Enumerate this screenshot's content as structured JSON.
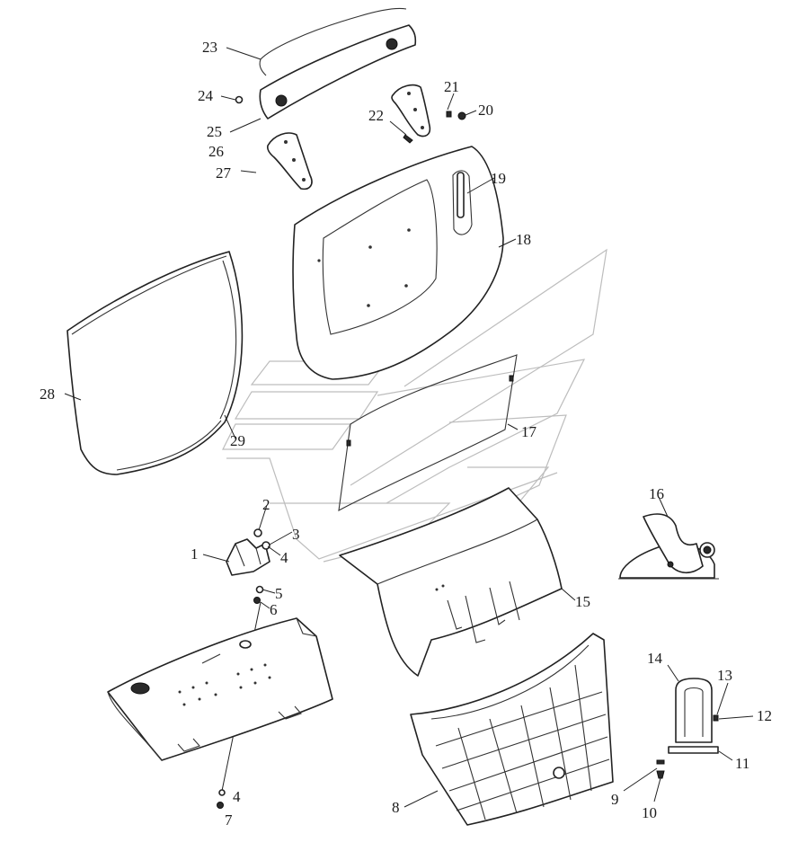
{
  "callouts": [
    "1",
    "2",
    "3",
    "4",
    "5",
    "6",
    "4",
    "7",
    "8",
    "9",
    "10",
    "11",
    "12",
    "13",
    "14",
    "15",
    "16",
    "17",
    "18",
    "19",
    "20",
    "21",
    "22",
    "23",
    "24",
    "25",
    "26",
    "27",
    "28",
    "29"
  ],
  "colors": {
    "line": "#222222",
    "ghost": "#bdbdbd",
    "background": "#ffffff"
  }
}
